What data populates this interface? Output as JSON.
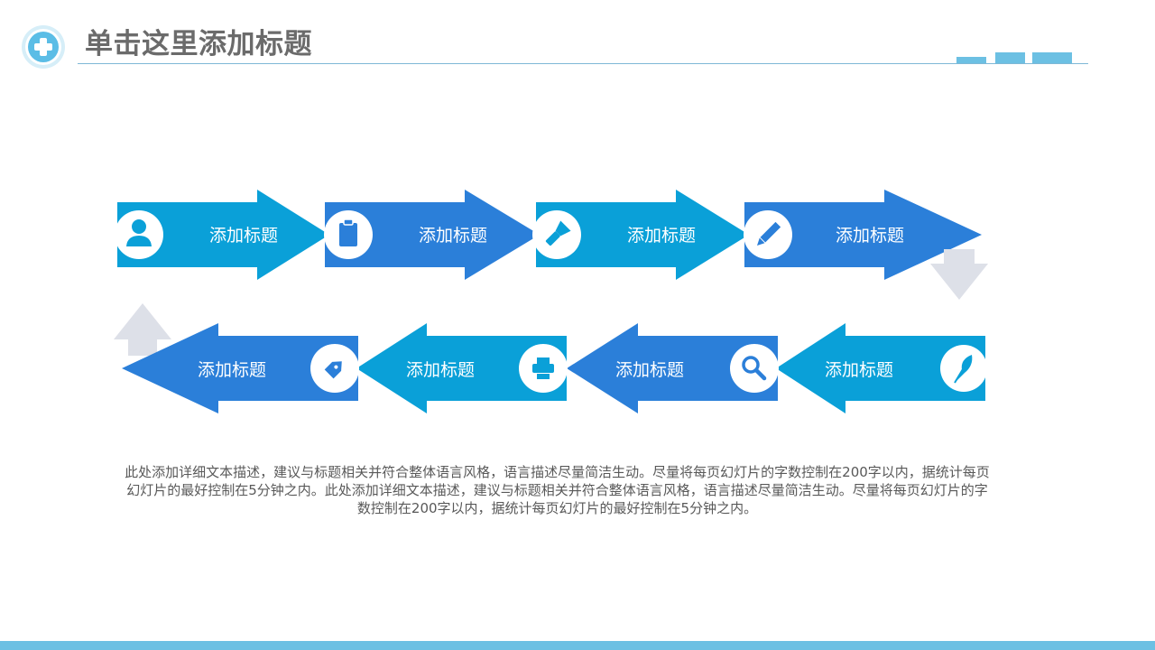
{
  "slide": {
    "title": "单击这里添加标题",
    "description": "此处添加详细文本描述，建议与标题相关并符合整体语言风格，语言描述尽量简洁生动。尽量将每页幻灯片的字数控制在200字以内，据统计每页幻灯片的最好控制在5分钟之内。此处添加详细文本描述，建议与标题相关并符合整体语言风格，语言描述尽量简洁生动。尽量将每页幻灯片的字数控制在200字以内，据统计每页幻灯片的最好控制在5分钟之内。"
  },
  "steps": [
    {
      "label": "添加标题",
      "icon": "user-icon"
    },
    {
      "label": "添加标题",
      "icon": "clipboard-icon"
    },
    {
      "label": "添加标题",
      "icon": "flashlight-icon"
    },
    {
      "label": "添加标题",
      "icon": "pencil-icon"
    },
    {
      "label": "添加标题",
      "icon": "feather-icon"
    },
    {
      "label": "添加标题",
      "icon": "search-icon"
    },
    {
      "label": "添加标题",
      "icon": "printer-icon"
    },
    {
      "label": "添加标题",
      "icon": "tag-icon"
    }
  ],
  "colors": {
    "light_blue": "#0aa0d8",
    "dark_blue": "#2b7fd9",
    "gray_arrow": "#dde0e8",
    "accent": "#6cc0e3",
    "title": "#6b6b6b",
    "text": "#595959"
  }
}
